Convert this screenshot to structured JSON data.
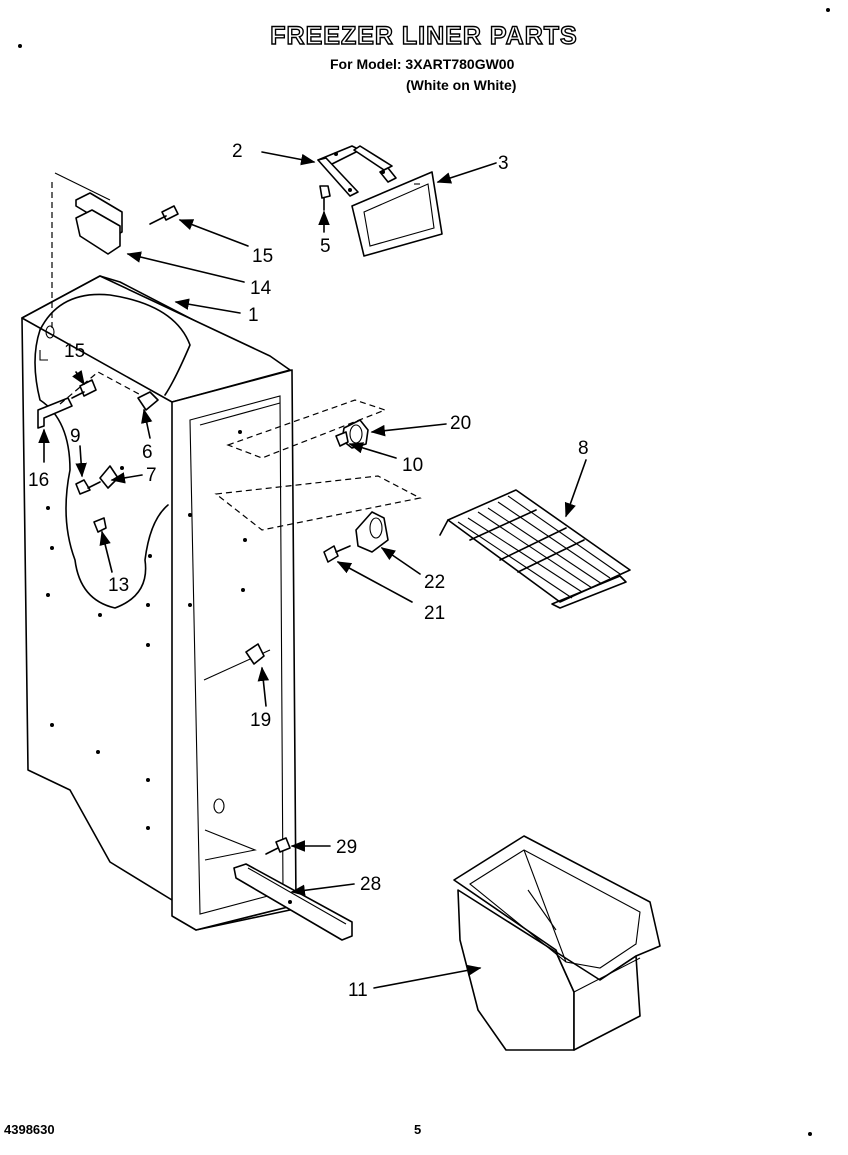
{
  "header": {
    "title": "FREEZER LINER PARTS",
    "model": "For Model: 3XART780GW00",
    "finish": "(White on White)"
  },
  "footer": {
    "doc_number": "4398630",
    "page_number": "5"
  },
  "callouts": {
    "c1": "1",
    "c2": "2",
    "c3": "3",
    "c5": "5",
    "c6": "6",
    "c7": "7",
    "c8": "8",
    "c9": "9",
    "c10": "10",
    "c11": "11",
    "c13": "13",
    "c14": "14",
    "c15a": "15",
    "c15b": "15",
    "c16": "16",
    "c19": "19",
    "c20": "20",
    "c21": "21",
    "c22": "22",
    "c28": "28",
    "c29": "29"
  }
}
